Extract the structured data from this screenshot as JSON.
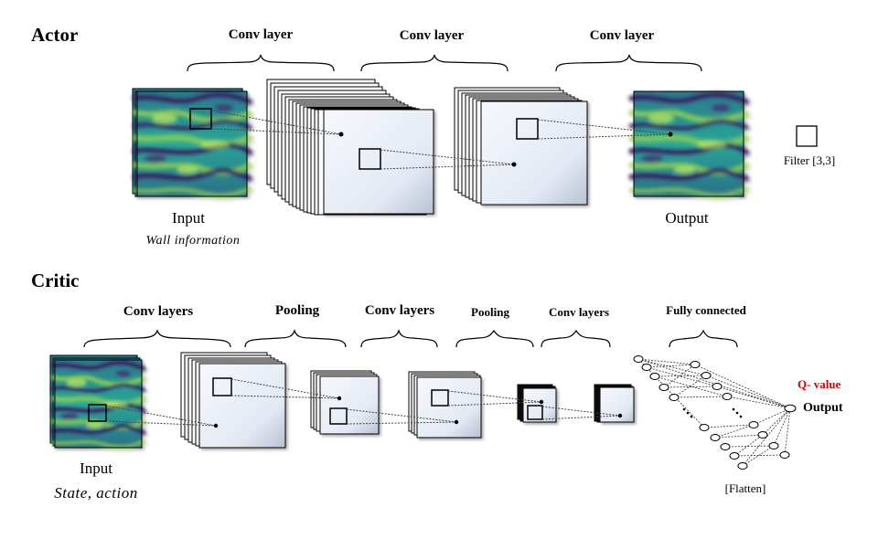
{
  "actor": {
    "title": "Actor",
    "stages": [
      "Conv layer",
      "Conv layer",
      "Conv layer"
    ],
    "input_label": "Input",
    "input_note": "Wall information",
    "output_label": "Output",
    "filter_note": "Filter [3,3]"
  },
  "critic": {
    "title": "Critic",
    "stages": [
      "Conv layers",
      "Pooling",
      "Conv layers",
      "Pooling",
      "Conv layers",
      "Fully connected"
    ],
    "input_label": "Input",
    "input_note": "State, action",
    "q_value": "Q- value",
    "output_label": "Output",
    "flatten_note": "[Flatten]"
  },
  "colors": {
    "map_dark": "#3b1f5e",
    "map_mid": "#2a7a8c",
    "map_light": "#9ad84a",
    "map_teal": "#2aa597",
    "box_fill": "#e6ecf6",
    "q_value": "#e00000"
  }
}
